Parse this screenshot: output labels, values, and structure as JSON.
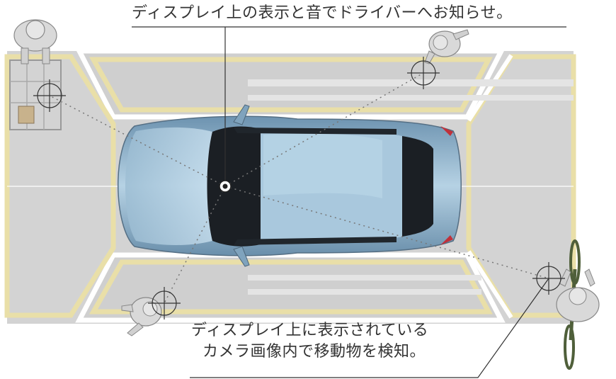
{
  "callouts": {
    "top": "ディスプレイ上の表示と音でドライバーへお知らせ。",
    "bottom_line1": "ディスプレイ上に表示されている",
    "bottom_line2": "カメラ画像内で移動物を検知。"
  },
  "colors": {
    "ground": "#d3d3d3",
    "lane_yellow": "#e9dfa8",
    "white_line": "#ffffff",
    "car_body": "#8fb3cc",
    "car_glass": "#1b1f24",
    "car_roof": "#a9c8dd",
    "pedestrian": "#d9d9d9",
    "bicycle": "#4f5f3a",
    "leader_line": "#333333",
    "dotted_path": "#777777"
  },
  "icons": [
    "pedestrian-top-left-icon",
    "pedestrian-top-right-icon",
    "pedestrian-bottom-left-icon",
    "cyclist-bottom-right-icon",
    "crosshair-icon",
    "camera-center-icon"
  ]
}
